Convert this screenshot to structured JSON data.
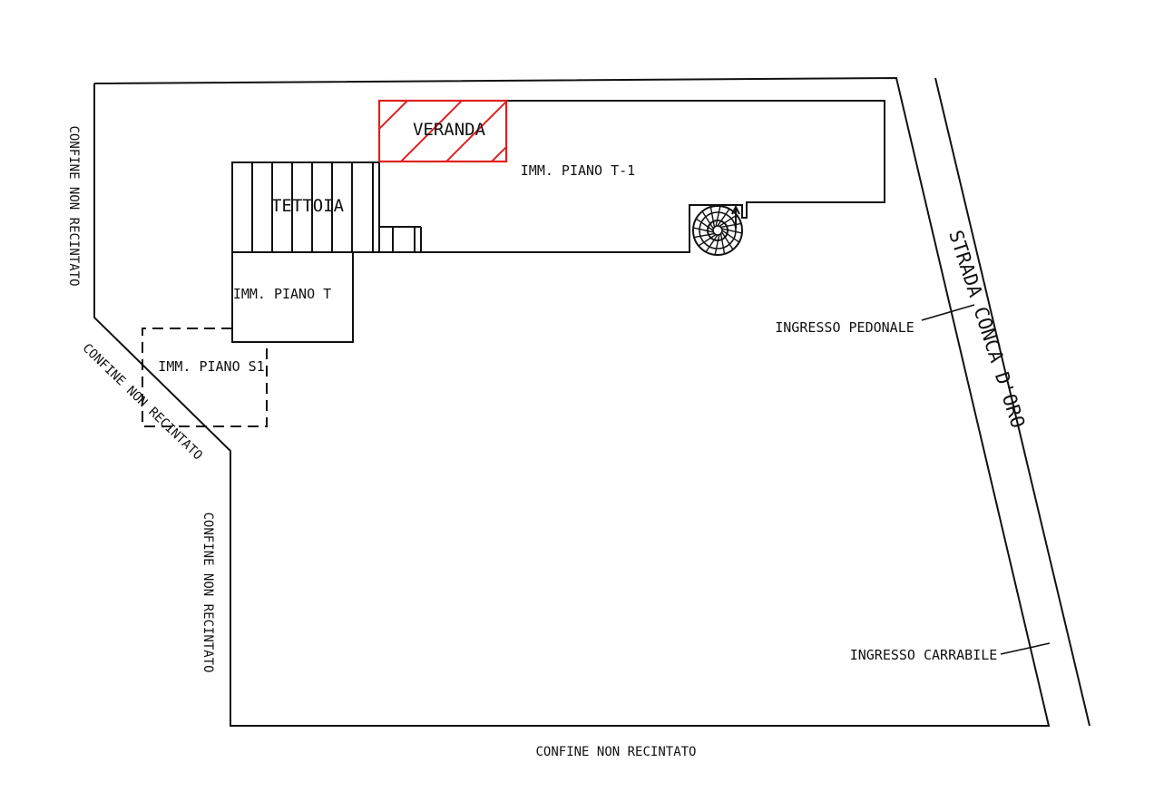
{
  "colors": {
    "line": "#111111",
    "veranda": "#e02020",
    "background": "#ffffff"
  },
  "labels": {
    "veranda": "VERANDA",
    "tettoia": "TETTOIA",
    "imm_piano_t1": "IMM. PIANO T-1",
    "imm_piano_t": "IMM. PIANO T",
    "imm_piano_s1": "IMM. PIANO S1",
    "ingresso_pedonale": "INGRESSO PEDONALE",
    "ingresso_carrabile": "INGRESSO CARRABILE",
    "strada": "STRADA CONCA D'ORO",
    "confine_left_top": "CONFINE NON RECINTATO",
    "confine_diagonal": "CONFINE NON RECINTATO",
    "confine_left_bottom": "CONFINE NON RECINTATO",
    "confine_bottom": "CONFINE NON RECINTATO"
  }
}
